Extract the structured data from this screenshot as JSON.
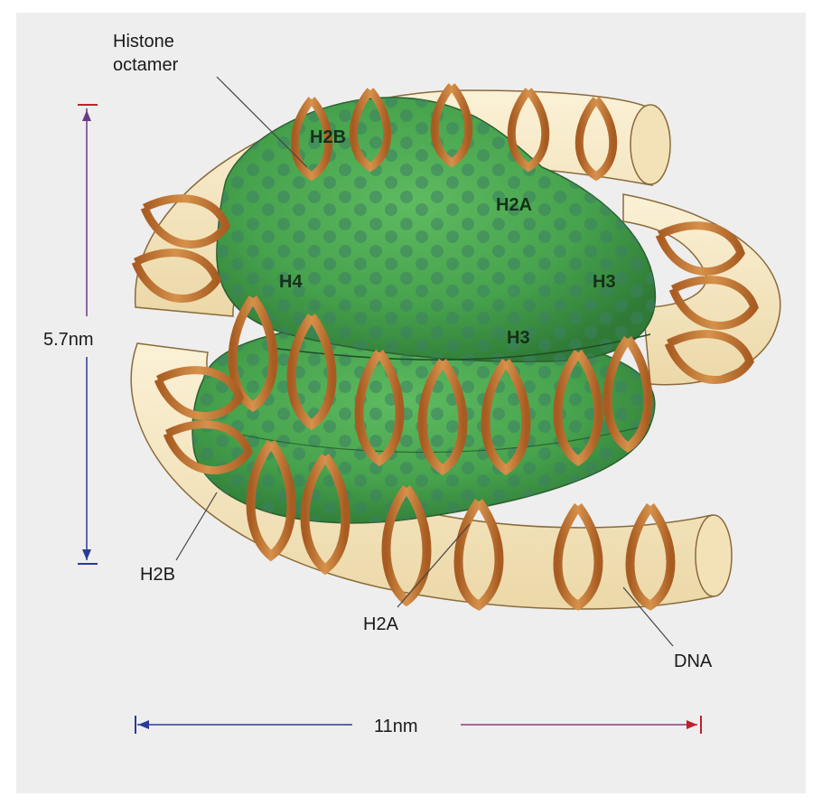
{
  "labels": {
    "octamer": [
      "Histone",
      "octamer"
    ],
    "h2b_top": "H2B",
    "h2a_top": "H2A",
    "h4": "H4",
    "h3_right": "H3",
    "h3_front": "H3",
    "h2b_bottom": "H2B",
    "h2a_bottom": "H2A",
    "dna": "DNA",
    "height": "5.7nm",
    "width": "11nm"
  },
  "colors": {
    "background": "#eeeeee",
    "histone_green": "#4fae53",
    "dna_ribbon": "#c8843f",
    "dna_tube": "#f7e9c4",
    "arrow_red": "#c0202a",
    "arrow_blue": "#2a3a9a"
  }
}
